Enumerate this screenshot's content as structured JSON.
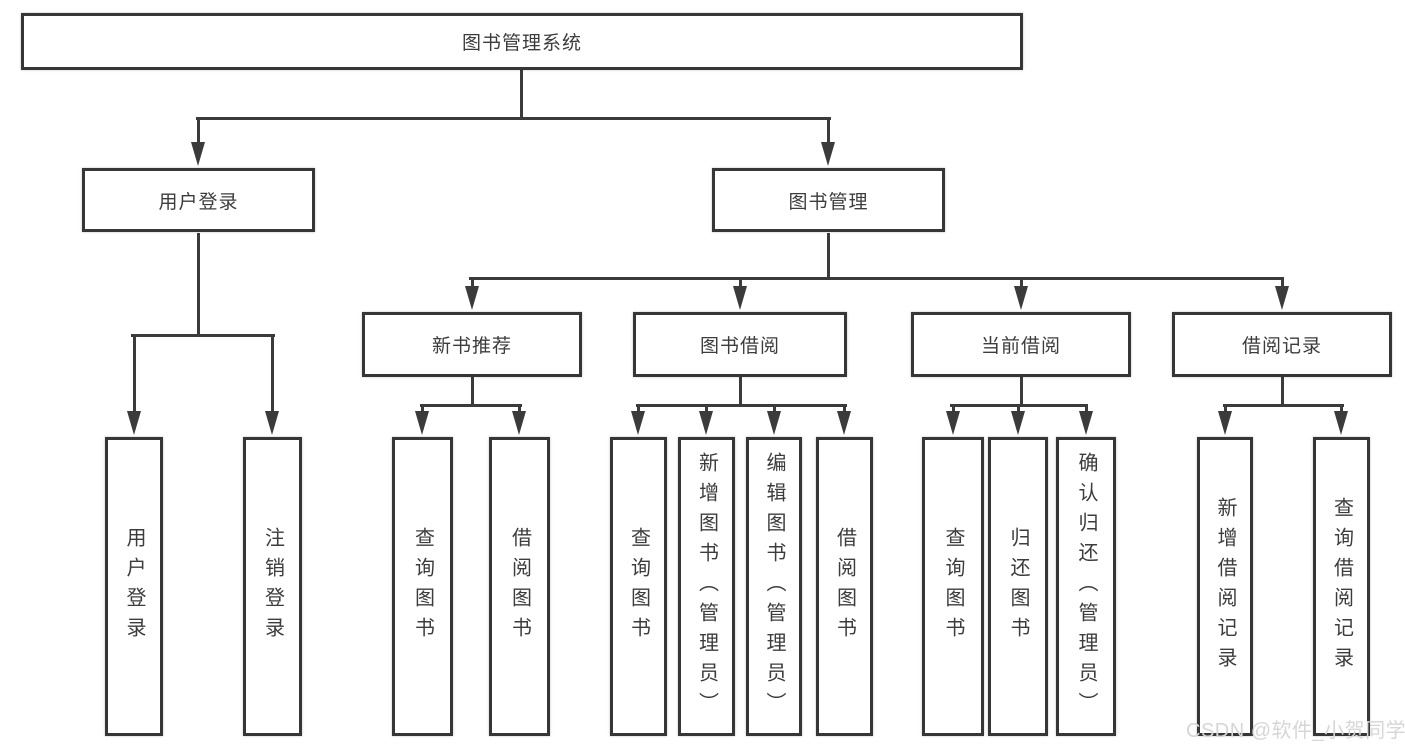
{
  "diagram_title": "图书管理系统",
  "nodes": {
    "system": {
      "label": "图书管理系统"
    },
    "user_login": {
      "label": "用户登录"
    },
    "book_management": {
      "label": "图书管理"
    },
    "new_book_recommendation": {
      "label": "新书推荐"
    },
    "book_borrowing": {
      "label": "图书借阅"
    },
    "current_borrowing": {
      "label": "当前借阅"
    },
    "borrowing_records": {
      "label": "借阅记录"
    },
    "leaf_user_login": {
      "label": "用户登录"
    },
    "leaf_logout": {
      "label": "注销登录"
    },
    "leaf_nb_query_books": {
      "label": "查询图书"
    },
    "leaf_nb_borrow_books": {
      "label": "借阅图书"
    },
    "leaf_bb_query_books": {
      "label": "查询图书"
    },
    "leaf_bb_add_books": {
      "label": "新增图书（管理员）"
    },
    "leaf_bb_edit_books": {
      "label": "编辑图书（管理员）"
    },
    "leaf_bb_borrow_books": {
      "label": "借阅图书"
    },
    "leaf_cb_query_books": {
      "label": "查询图书"
    },
    "leaf_cb_return_books": {
      "label": "归还图书"
    },
    "leaf_cb_confirm_return": {
      "label": "确认归还（管理员）"
    },
    "leaf_br_add_record": {
      "label": "新增借阅记录"
    },
    "leaf_br_query_record": {
      "label": "查询借阅记录"
    }
  },
  "structure": {
    "图书管理系统": {
      "用户登录": [
        "用户登录",
        "注销登录"
      ],
      "图书管理": {
        "新书推荐": [
          "查询图书",
          "借阅图书"
        ],
        "图书借阅": [
          "查询图书",
          "新增图书（管理员）",
          "编辑图书（管理员）",
          "借阅图书"
        ],
        "当前借阅": [
          "查询图书",
          "归还图书",
          "确认归还（管理员）"
        ],
        "借阅记录": [
          "新增借阅记录",
          "查询借阅记录"
        ]
      }
    }
  },
  "watermark": {
    "text": "CSDN @软件_小贺同学"
  },
  "colors": {
    "line": "#3b3b3b",
    "border": "#363636",
    "text": "#3c3c3c",
    "background": "#ffffff",
    "watermark": "#d6d6d6"
  }
}
